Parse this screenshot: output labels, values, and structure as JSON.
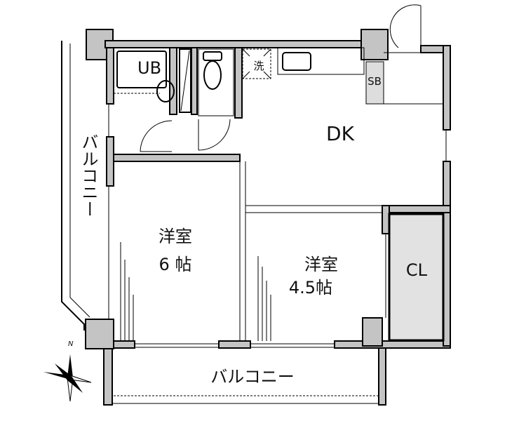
{
  "floor_plan": {
    "rooms": {
      "unit_bath": "UB",
      "laundry": "洗",
      "shoe_box": "SB",
      "dining_kitchen": "DK",
      "western_room_1": {
        "name": "洋室",
        "size": "6 帖"
      },
      "western_room_2": {
        "name": "洋室",
        "size": "4.5帖"
      },
      "closet": "CL",
      "balcony_side": "バルコニー",
      "balcony_bottom": "バルコニー"
    },
    "compass": {
      "label": "N"
    }
  }
}
